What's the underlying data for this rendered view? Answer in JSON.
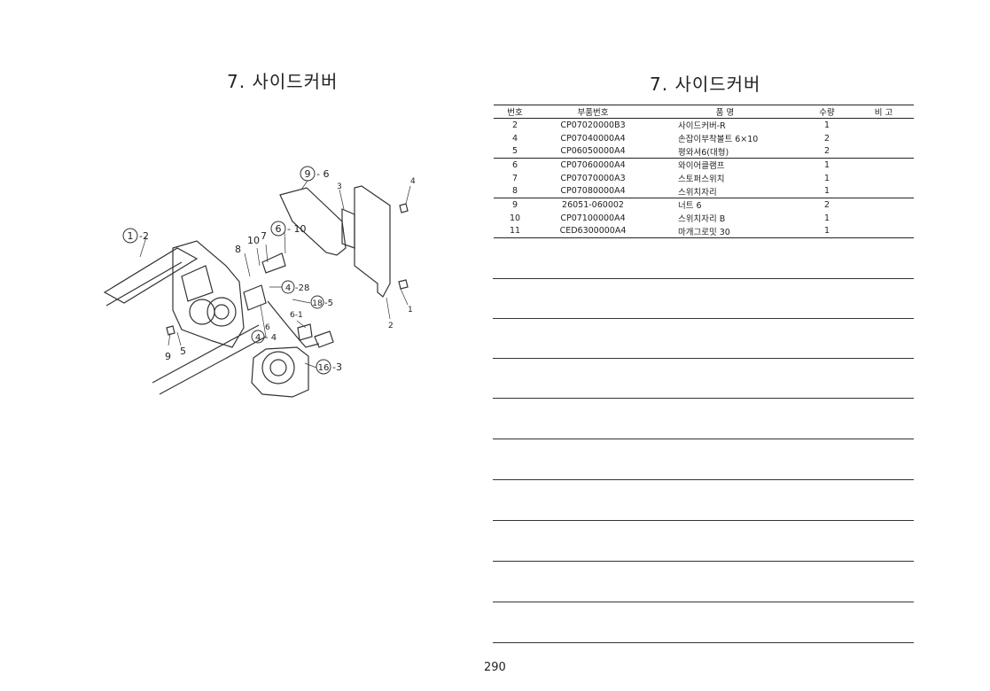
{
  "left_title": "7. 사이드커버",
  "right_title": "7. 사이드커버",
  "diagram_labels": {
    "c1": "1",
    "c1s": "-2",
    "c9": "9",
    "c9s": "- 6",
    "c6": "6",
    "c6s": "- 10",
    "c4a": "4",
    "c4as": "-28",
    "c18": "18",
    "c18s": "-5",
    "c4b": "4",
    "c4bs": "- 4",
    "c16": "16",
    "c16s": "-3",
    "n3": "3",
    "n4": "4",
    "n10": "10",
    "n7": "7",
    "n8": "8",
    "n1": "1",
    "n2": "2",
    "n6": "6",
    "n61": "6-1",
    "n9": "9",
    "n5": "5"
  },
  "table": {
    "headers": [
      "번호",
      "부품번호",
      "품       명",
      "수량",
      "비    고"
    ],
    "rows": [
      [
        "2",
        "CP07020000B3",
        "사이드커버-R",
        "1",
        ""
      ],
      [
        "4",
        "CP07040000A4",
        "손잡이부착볼트 6×10",
        "2",
        ""
      ],
      [
        "5",
        "CP06050000A4",
        "평와셔6(대형)",
        "2",
        ""
      ],
      [
        "6",
        "CP07060000A4",
        "와이어클램프",
        "1",
        ""
      ],
      [
        "7",
        "CP07070000A3",
        "스토퍼스위치",
        "1",
        ""
      ],
      [
        "8",
        "CP07080000A4",
        "스위치자리",
        "1",
        ""
      ],
      [
        "9",
        "26051-060002",
        "너트 6",
        "2",
        ""
      ],
      [
        "10",
        "CP07100000A4",
        "스위치자리 B",
        "1",
        ""
      ],
      [
        "11",
        "CED6300000A4",
        "마개그로밋 30",
        "1",
        ""
      ]
    ]
  },
  "page_number": "290"
}
